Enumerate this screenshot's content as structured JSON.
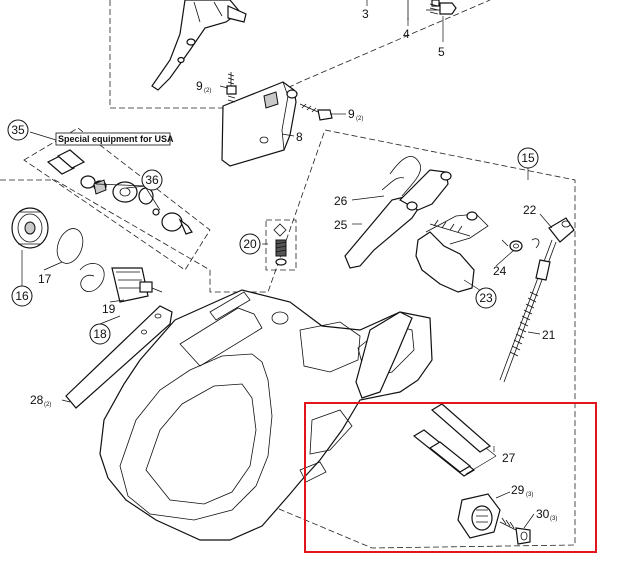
{
  "diagram": {
    "special_note": "Special equipment for USA",
    "callouts": [
      {
        "id": "c3",
        "number": "3"
      },
      {
        "id": "c4",
        "number": "4"
      },
      {
        "id": "c5",
        "number": "5"
      },
      {
        "id": "c9a",
        "number": "9",
        "qty": "(2)"
      },
      {
        "id": "c9b",
        "number": "9",
        "qty": "(2)"
      },
      {
        "id": "c8",
        "number": "8"
      },
      {
        "id": "c35",
        "number": "35"
      },
      {
        "id": "c36",
        "number": "36"
      },
      {
        "id": "c15",
        "number": "15"
      },
      {
        "id": "c26",
        "number": "26"
      },
      {
        "id": "c25",
        "number": "25"
      },
      {
        "id": "c22",
        "number": "22"
      },
      {
        "id": "c20",
        "number": "20"
      },
      {
        "id": "c17",
        "number": "17"
      },
      {
        "id": "c16",
        "number": "16"
      },
      {
        "id": "c19",
        "number": "19"
      },
      {
        "id": "c18",
        "number": "18"
      },
      {
        "id": "c24",
        "number": "24"
      },
      {
        "id": "c23",
        "number": "23"
      },
      {
        "id": "c21",
        "number": "21"
      },
      {
        "id": "c28",
        "number": "28",
        "qty": "(2)"
      },
      {
        "id": "c27",
        "number": "27"
      },
      {
        "id": "c29",
        "number": "29",
        "qty": "(3)"
      },
      {
        "id": "c30",
        "number": "30",
        "qty": "(3)"
      }
    ],
    "highlight_color": "#e0161c"
  }
}
